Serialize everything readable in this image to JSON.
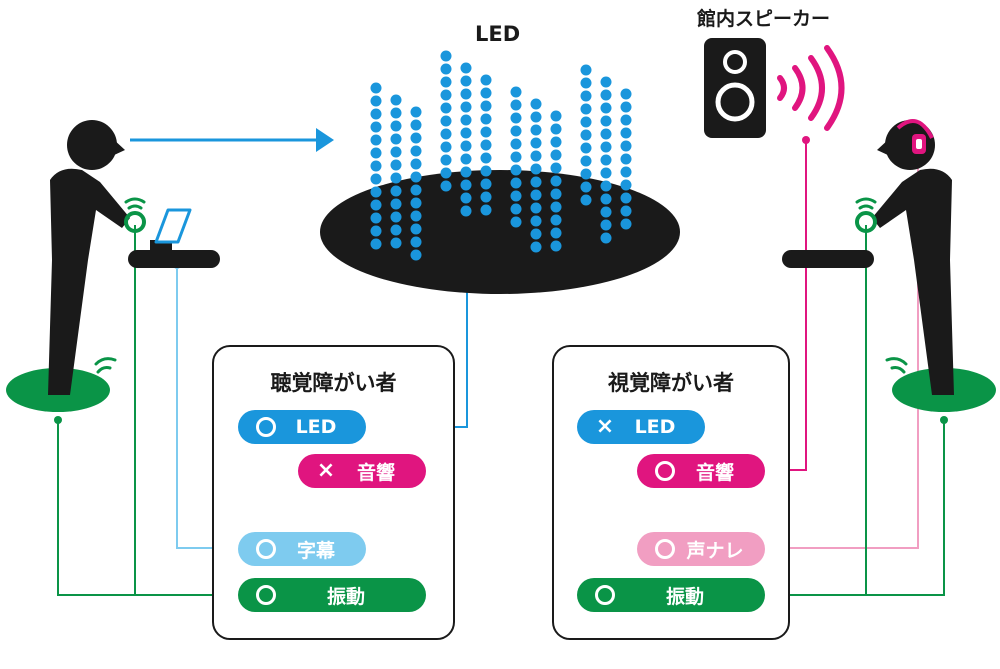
{
  "labels": {
    "led": "LED",
    "hall_speaker": "館内スピーカー"
  },
  "panels": [
    {
      "title": "聴覚障がい者",
      "items": [
        {
          "mark": "○",
          "label": "LED"
        },
        {
          "mark": "×",
          "label": "音響"
        },
        {
          "mark": "○",
          "label": "字幕"
        },
        {
          "mark": "○",
          "label": "振動"
        }
      ]
    },
    {
      "title": "視覚障がい者",
      "items": [
        {
          "mark": "×",
          "label": "LED"
        },
        {
          "mark": "○",
          "label": "音響"
        },
        {
          "mark": "○",
          "label": "声ナレ"
        },
        {
          "mark": "○",
          "label": "振動"
        }
      ]
    }
  ],
  "colors": {
    "led_blue": "#1a96dc",
    "sound_pink": "#e0157f",
    "caption_lightblue": "#7ecbef",
    "voice_lightpink": "#f19ec2",
    "vibration_green": "#0a9447",
    "figure_black": "#1a1a1a"
  }
}
